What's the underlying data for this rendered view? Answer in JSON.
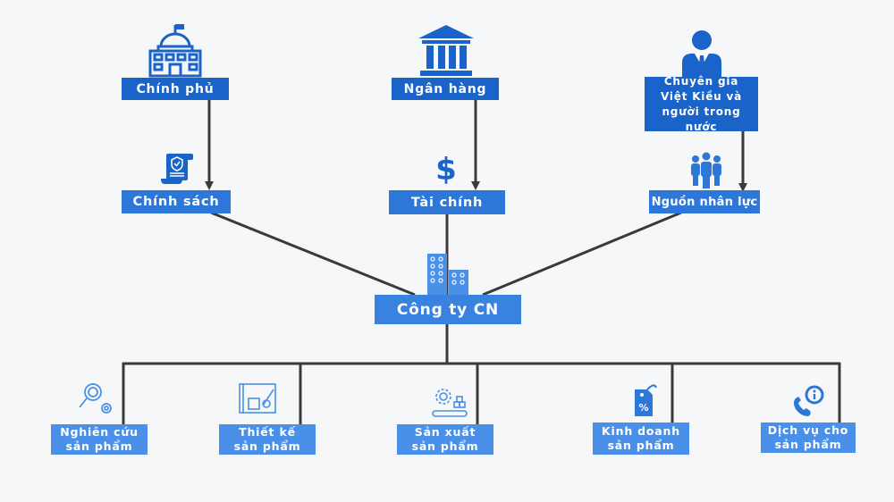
{
  "diagram": {
    "colors": {
      "primary_box": "#1a63c8",
      "center_box": "#2d77d8",
      "bottom_box": "#4a90e8",
      "line": "#3a3a3a",
      "background": "#f6f7f8"
    },
    "sources": [
      {
        "label": "Chính phủ",
        "icon": "government-building-icon"
      },
      {
        "label": "Ngân hàng",
        "icon": "bank-icon"
      },
      {
        "label": "Chuyên gia Việt Kiều và người trong nước",
        "icon": "businessman-icon"
      }
    ],
    "resources": [
      {
        "label": "Chính sách",
        "icon": "policy-document-icon"
      },
      {
        "label": "Tài chính",
        "icon": "dollar-icon"
      },
      {
        "label": "Nguồn nhân lực",
        "icon": "team-people-icon"
      }
    ],
    "center": {
      "label": "Công ty CN",
      "icon": "office-buildings-icon"
    },
    "activities": [
      {
        "label": "Nghiên cứu\nsản phẩm",
        "icon": "research-magnifier-gear-icon"
      },
      {
        "label": "Thiết kế\nsản phẩm",
        "icon": "blueprint-design-icon"
      },
      {
        "label": "Sản xuất\nsản phẩm",
        "icon": "production-gear-conveyor-icon"
      },
      {
        "label": "Kinh doanh\nsản phẩm",
        "icon": "price-tag-percent-icon"
      },
      {
        "label": "Dịch vụ cho\nsản phẩm",
        "icon": "phone-info-icon"
      }
    ]
  }
}
